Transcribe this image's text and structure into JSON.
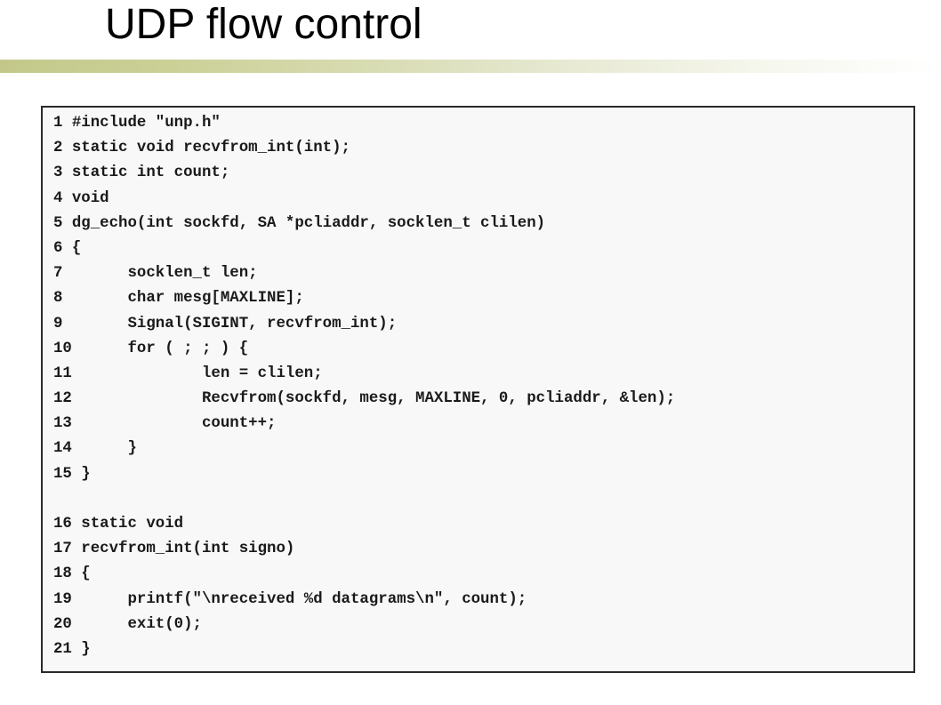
{
  "slide": {
    "title": "UDP flow control"
  },
  "code": {
    "lines": [
      "1 #include \"unp.h\"",
      "2 static void recvfrom_int(int);",
      "3 static int count;",
      "4 void",
      "5 dg_echo(int sockfd, SA *pcliaddr, socklen_t clilen)",
      "6 {",
      "7       socklen_t len;",
      "8       char mesg[MAXLINE];",
      "9       Signal(SIGINT, recvfrom_int);",
      "10      for ( ; ; ) {",
      "11              len = clilen;",
      "12              Recvfrom(sockfd, mesg, MAXLINE, 0, pcliaddr, &len);",
      "13              count++;",
      "14      }",
      "15 }",
      "16 static void",
      "17 recvfrom_int(int signo)",
      "18 {",
      "19      printf(\"\\nreceived %d datagrams\\n\", count);",
      "20      exit(0);",
      "21 }"
    ]
  },
  "colors": {
    "title_rule_accent": "#c3c88a",
    "code_background": "#f8f8f8",
    "code_border": "#2a2a2a"
  }
}
